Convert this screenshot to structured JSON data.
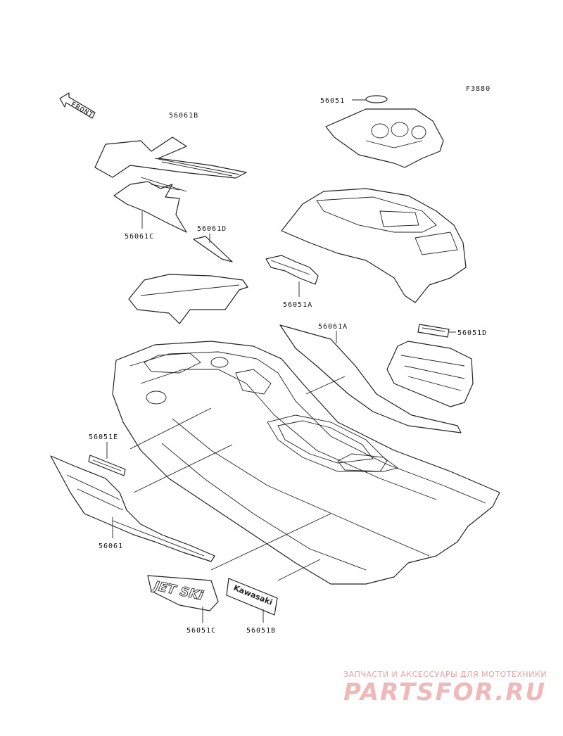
{
  "figure_code": "F3880",
  "front_label": "FRONT",
  "callouts": {
    "p56061B": "56061B",
    "p56061C": "56061C",
    "p56061D": "56061D",
    "p56051": "56051",
    "p56051A": "56051A",
    "p56061A": "56061A",
    "p56051D": "56051D",
    "p56051E": "56051E",
    "p56061": "56061",
    "p56051C": "56051C",
    "p56051B": "56051B"
  },
  "decals": {
    "jetski": "JET SKi",
    "kawasaki": "Kawasaki"
  },
  "watermark": {
    "tagline": "ЗАПЧАСТИ И АКСЕССУАРЫ ДЛЯ МОТОТЕХНИКИ",
    "brand": "PARTSFOR.RU"
  },
  "colors": {
    "line": "#222222",
    "watermark": "#f0b9b9"
  }
}
